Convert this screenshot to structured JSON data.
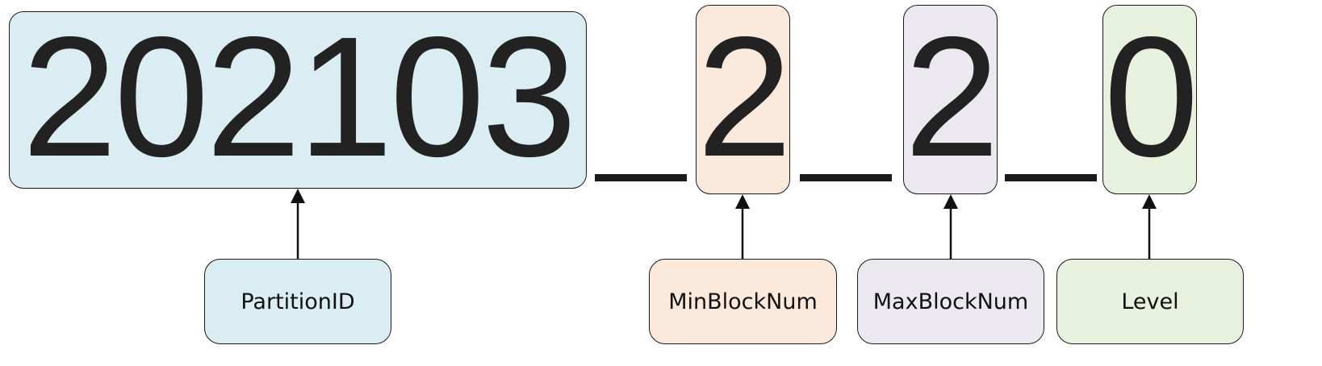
{
  "name_parts": [
    {
      "value": "202103",
      "label": "PartitionID",
      "color": "#daedf3"
    },
    {
      "value": "2",
      "label": "MinBlockNum",
      "color": "#fbe9dc"
    },
    {
      "value": "2",
      "label": "MaxBlockNum",
      "color": "#ebe8f0"
    },
    {
      "value": "0",
      "label": "Level",
      "color": "#e8f0de"
    }
  ]
}
